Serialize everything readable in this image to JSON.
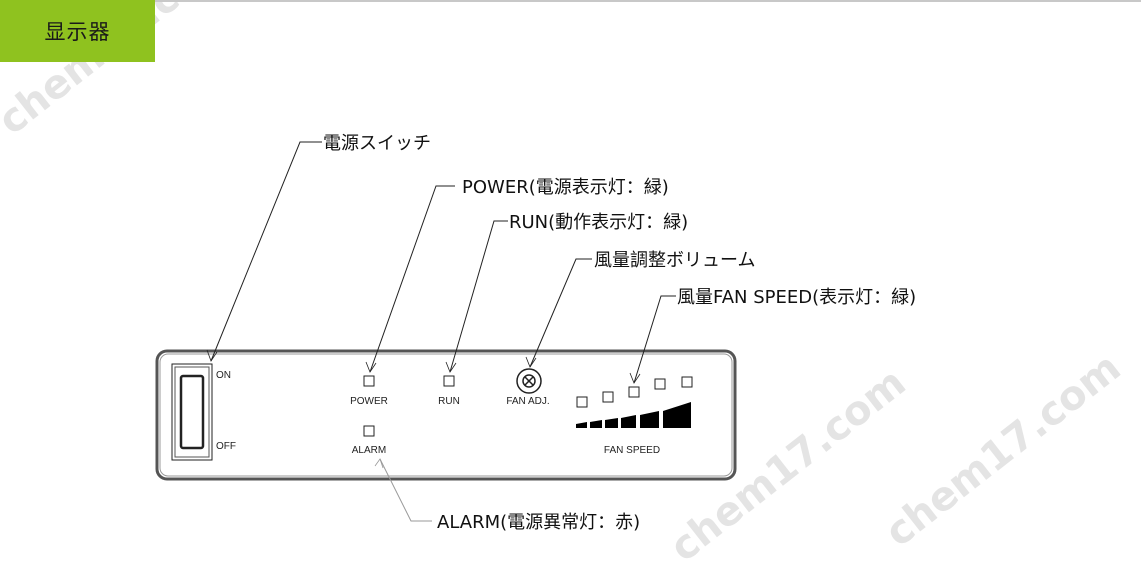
{
  "header": {
    "tab_label": "显示器",
    "accent_color": "#8fc21f"
  },
  "watermark": "chem17.com",
  "callouts": {
    "power_switch": "電源スイッチ",
    "power_led": "POWER(電源表示灯：緑)",
    "run_led": "RUN(動作表示灯：緑)",
    "fan_adjust": "風量調整ボリューム",
    "fan_speed": "風量FAN SPEED(表示灯：緑)",
    "alarm_led": "ALARM(電源異常灯：赤)"
  },
  "panel": {
    "switch_on": "ON",
    "switch_off": "OFF",
    "power": "POWER",
    "run": "RUN",
    "alarm": "ALARM",
    "fan_adj": "FAN ADJ.",
    "fan_speed": "FAN SPEED",
    "fan_speed_levels": 6
  }
}
